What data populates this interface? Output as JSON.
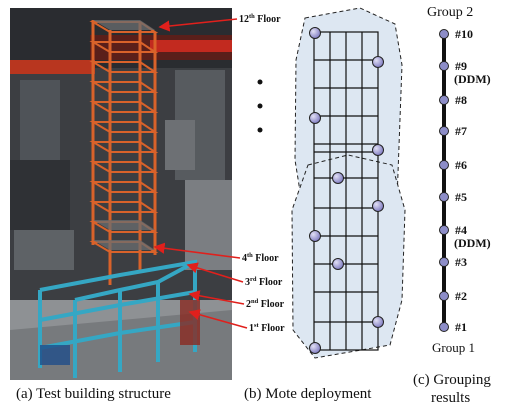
{
  "captions": {
    "a": "(a) Test building structure",
    "b": "(b) Mote deployment",
    "c_line1": "(c) Grouping",
    "c_line2": "results"
  },
  "floor_labels": [
    {
      "num": "12",
      "sup": "th",
      "word": " Floor"
    },
    {
      "num": "4",
      "sup": "th",
      "word": " Floor"
    },
    {
      "num": "3",
      "sup": "rd",
      "word": " Floor"
    },
    {
      "num": "2",
      "sup": "nd",
      "word": " Floor"
    },
    {
      "num": "1",
      "sup": "st",
      "word": " Floor"
    }
  ],
  "group_top": "Group 2",
  "group_bottom": "Group 1",
  "nodes": [
    {
      "label": "#10",
      "note": ""
    },
    {
      "label": "#9",
      "note": "(DDM)"
    },
    {
      "label": "#8",
      "note": ""
    },
    {
      "label": "#7",
      "note": ""
    },
    {
      "label": "#6",
      "note": ""
    },
    {
      "label": "#5",
      "note": ""
    },
    {
      "label": "#4",
      "note": "(DDM)"
    },
    {
      "label": "#3",
      "note": ""
    },
    {
      "label": "#2",
      "note": ""
    },
    {
      "label": "#1",
      "note": ""
    }
  ],
  "colors": {
    "frame": "#d9622a",
    "base_frame": "#35a7c4",
    "arrow": "#e0201c",
    "mote_fill": "#a9a6d6",
    "cluster_fill": "#dde7f2",
    "node_dot": "#8d8dc8",
    "group_line": "#111111"
  }
}
